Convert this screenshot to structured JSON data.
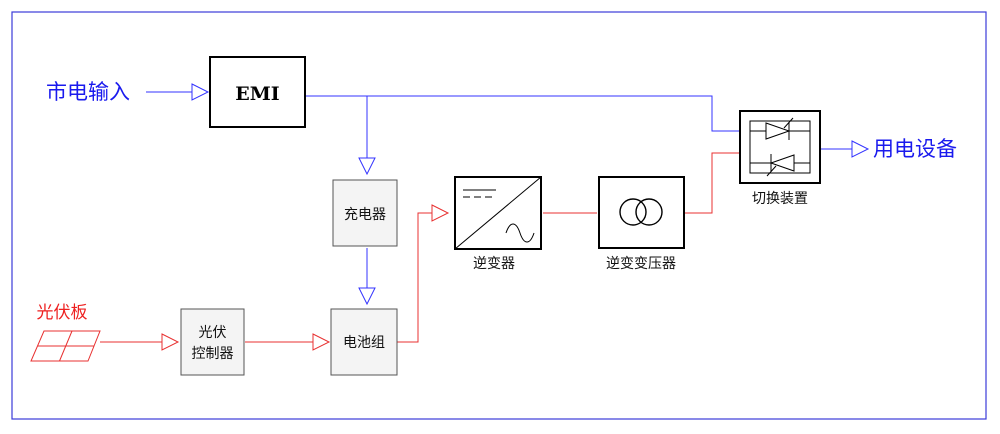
{
  "labels": {
    "mains_input": "市电输入",
    "emi": "EMI",
    "charger": "充电器",
    "battery": "电池组",
    "pv_panel": "光伏板",
    "pv_controller_line1": "光伏",
    "pv_controller_line2": "控制器",
    "inverter": "逆变器",
    "transformer": "逆变变压器",
    "switch": "切换装置",
    "load": "用电设备"
  },
  "colors": {
    "frame": "#3b3bd9",
    "ac_line": "#3333ff",
    "dc_line": "#e83030",
    "box_fill": "#ffffff",
    "small_box_fill": "#f4f4f4",
    "mains_text": "#1a1aee",
    "pv_text": "#ee2020",
    "text": "#111111"
  },
  "icons": {
    "inverter": "dc-ac-inverter-symbol",
    "transformer": "transformer-circles-symbol",
    "switch": "thyristor-pair-symbol",
    "pv_panel": "solar-panel-symbol"
  }
}
